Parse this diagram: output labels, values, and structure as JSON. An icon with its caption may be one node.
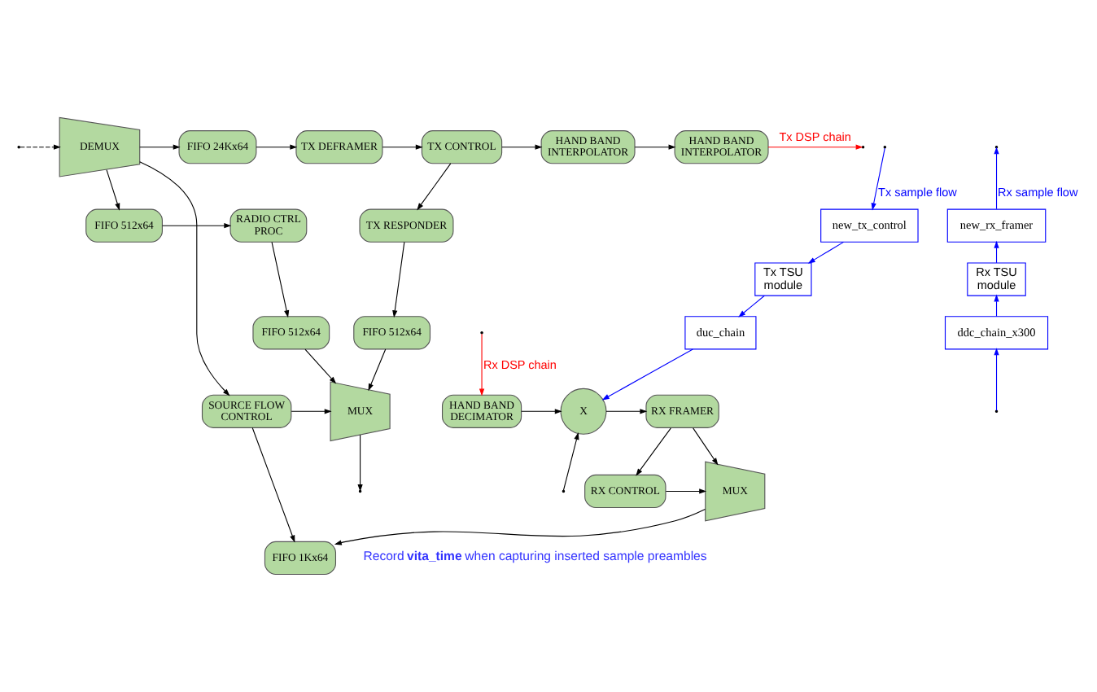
{
  "diagram": {
    "nodes": [
      {
        "text": [
          "DEMUX"
        ]
      },
      {
        "text": [
          "FIFO 24Kx64"
        ]
      },
      {
        "text": [
          "TX DEFRAMER"
        ]
      },
      {
        "text": [
          "TX CONTROL"
        ]
      },
      {
        "text": [
          "HAND BAND INTERPOLATOR"
        ]
      },
      {
        "text": [
          "HAND BAND INTERPOLATOR"
        ]
      },
      {
        "text": [
          "FIFO 512x64"
        ]
      },
      {
        "text": [
          "RADIO CTRL PROC"
        ]
      },
      {
        "text": [
          "TX RESPONDER"
        ]
      },
      {
        "text": [
          "FIFO 512x64"
        ]
      },
      {
        "text": [
          "FIFO 512x64"
        ]
      },
      {
        "text": [
          "MUX"
        ]
      },
      {
        "text": [
          "SOURCE FLOW CONTROL"
        ]
      },
      {
        "text": [
          "RX FRAMER"
        ]
      },
      {
        "text": [
          "X"
        ]
      },
      {
        "text": [
          "HAND BAND DECIMATOR"
        ]
      },
      {
        "text": [
          "MUX"
        ]
      },
      {
        "text": [
          "FIFO 1Kx64"
        ]
      },
      {
        "text": [
          "RX CONTROL"
        ]
      },
      {
        "text": [
          "new_tx_control"
        ]
      },
      {
        "text": [
          "Tx TSU module"
        ]
      },
      {
        "text": [
          "duc_chain"
        ]
      },
      {
        "text": [
          "new_rx_framer"
        ]
      },
      {
        "text": [
          "Rx TSU module"
        ]
      },
      {
        "text": [
          "ddc_chain_x300"
        ]
      }
    ],
    "edges": [
      {
        "from": null,
        "to": 0,
        "arrow": "to",
        "style": "dashed"
      },
      {
        "from": 0,
        "to": 1,
        "arrow": "to"
      },
      {
        "from": 1,
        "to": 2,
        "arrow": "to"
      },
      {
        "from": 2,
        "to": 3,
        "arrow": "to"
      },
      {
        "from": 3,
        "to": 4,
        "arrow": "to"
      },
      {
        "from": 4,
        "to": 5,
        "arrow": "to"
      },
      {
        "from": 5,
        "to": null,
        "arrow": "to",
        "label": "Tx DSP chain",
        "color": "#ff0000"
      },
      {
        "from": 0,
        "to": 6,
        "arrow": "to"
      },
      {
        "from": 6,
        "to": 7,
        "arrow": "to"
      },
      {
        "from": 7,
        "to": 9,
        "arrow": "to"
      },
      {
        "from": 3,
        "to": 8,
        "arrow": "to"
      },
      {
        "from": 8,
        "to": 10,
        "arrow": "to"
      },
      {
        "from": 0,
        "to": 12,
        "arrow": "to"
      },
      {
        "from": 9,
        "to": 11,
        "arrow": "to"
      },
      {
        "from": 10,
        "to": 11,
        "arrow": "to"
      },
      {
        "from": 12,
        "to": 11,
        "arrow": "to"
      },
      {
        "from": 11,
        "to": null,
        "arrow": "to"
      },
      {
        "from": 12,
        "to": 17,
        "arrow": "to"
      },
      {
        "from": 16,
        "to": 17,
        "arrow": "to"
      },
      {
        "from": 13,
        "to": 16,
        "arrow": "to"
      },
      {
        "from": 18,
        "to": 16,
        "arrow": "to"
      },
      {
        "from": 13,
        "to": 18,
        "arrow": "to"
      },
      {
        "from": 14,
        "to": 13,
        "arrow": "to"
      },
      {
        "from": 15,
        "to": 14,
        "arrow": "to"
      },
      {
        "from": null,
        "to": 15,
        "arrow": "to",
        "label": "Rx DSP chain",
        "color": "#ff0000"
      },
      {
        "from": null,
        "to": 14,
        "arrow": "to"
      },
      {
        "from": null,
        "to": 19,
        "arrow": "to",
        "label": "Tx sample flow",
        "color": "#0000ff"
      },
      {
        "from": 19,
        "to": 20,
        "arrow": "to",
        "color": "#0000ff"
      },
      {
        "from": 20,
        "to": 21,
        "arrow": "to",
        "color": "#0000ff"
      },
      {
        "from": 21,
        "to": 14,
        "arrow": "to",
        "color": "#0000ff"
      },
      {
        "from": null,
        "to": 24,
        "arrow": "to",
        "color": "#0000ff"
      },
      {
        "from": 24,
        "to": 23,
        "arrow": "to",
        "color": "#0000ff"
      },
      {
        "from": 23,
        "to": 22,
        "arrow": "to",
        "color": "#0000ff"
      },
      {
        "from": 22,
        "to": null,
        "arrow": "to",
        "label": "Rx sample flow",
        "color": "#0000ff"
      }
    ],
    "labels": [
      "Record **vita_time** when capturing inserted sample preambles"
    ]
  }
}
